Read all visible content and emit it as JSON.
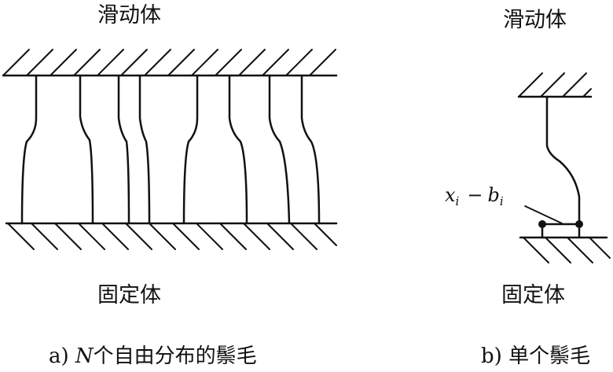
{
  "panel_a": {
    "top_label": "滑动体",
    "bottom_label": "固定体",
    "caption_prefix": "a)",
    "caption_var": "N",
    "caption_text": "个自由分布的鬃毛",
    "bristle_count": 8
  },
  "panel_b": {
    "top_label": "滑动体",
    "bottom_label": "固定体",
    "caption_prefix": "b)",
    "caption_text": "单个鬃毛",
    "deflection_label": {
      "x": "x",
      "x_sub": "i",
      "op": "−",
      "b": "b",
      "b_sub": "i"
    }
  },
  "colors": {
    "ink": "#111111",
    "background": "#ffffff"
  }
}
